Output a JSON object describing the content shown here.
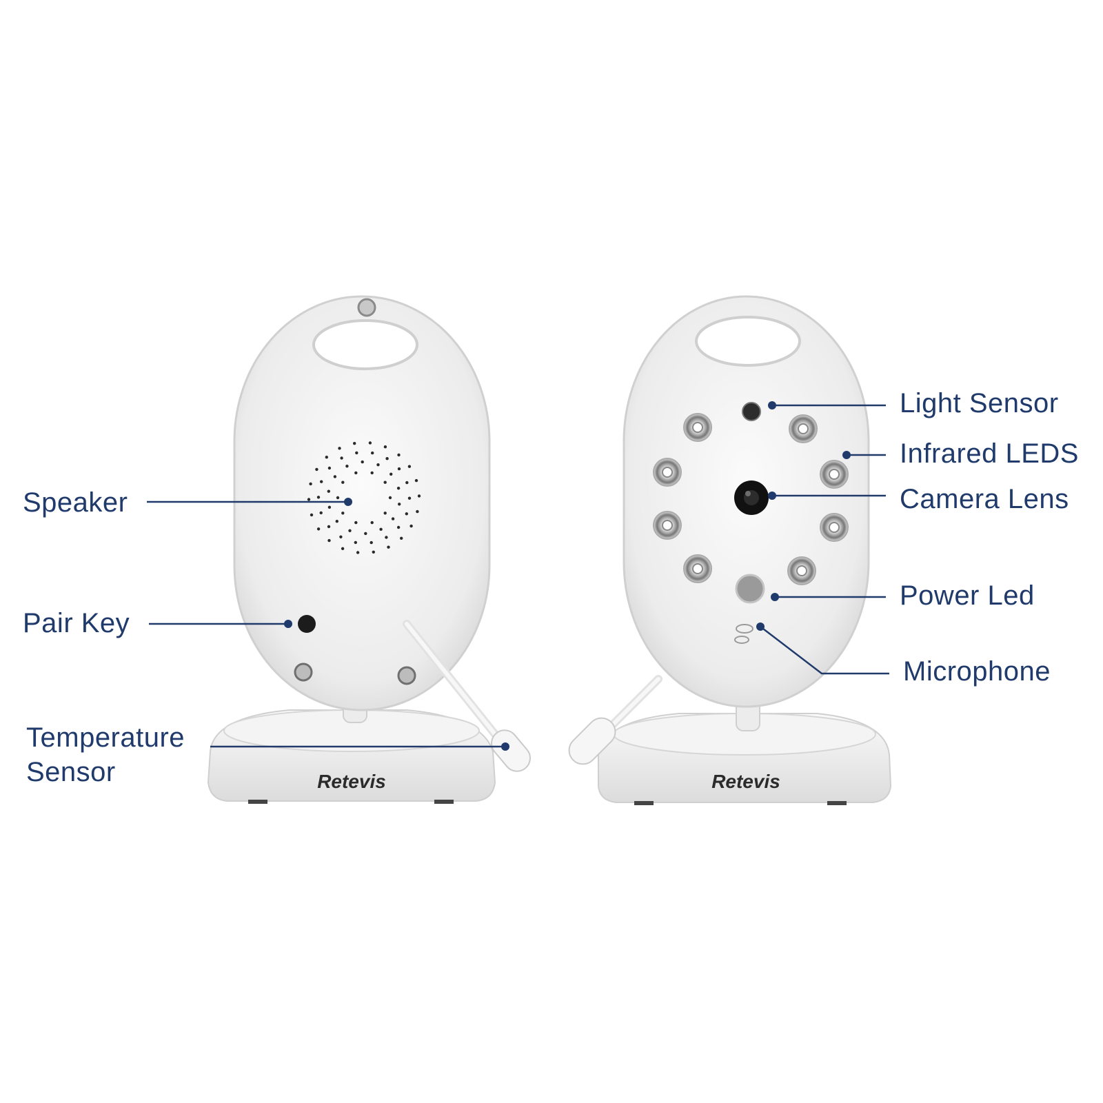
{
  "brand": "Retevis",
  "colors": {
    "label_text": "#1f3a6b",
    "callout_line": "#1f3a6b",
    "device_body": "#f1f1f1",
    "device_edge": "#d2d2d2"
  },
  "labels": {
    "speaker": "Speaker",
    "pair_key": "Pair Key",
    "temperature_sensor_line1": "Temperature",
    "temperature_sensor_line2": "Sensor",
    "light_sensor": "Light Sensor",
    "infrared_leds": "Infrared LEDS",
    "camera_lens": "Camera Lens",
    "power_led": "Power Led",
    "microphone": "Microphone"
  }
}
